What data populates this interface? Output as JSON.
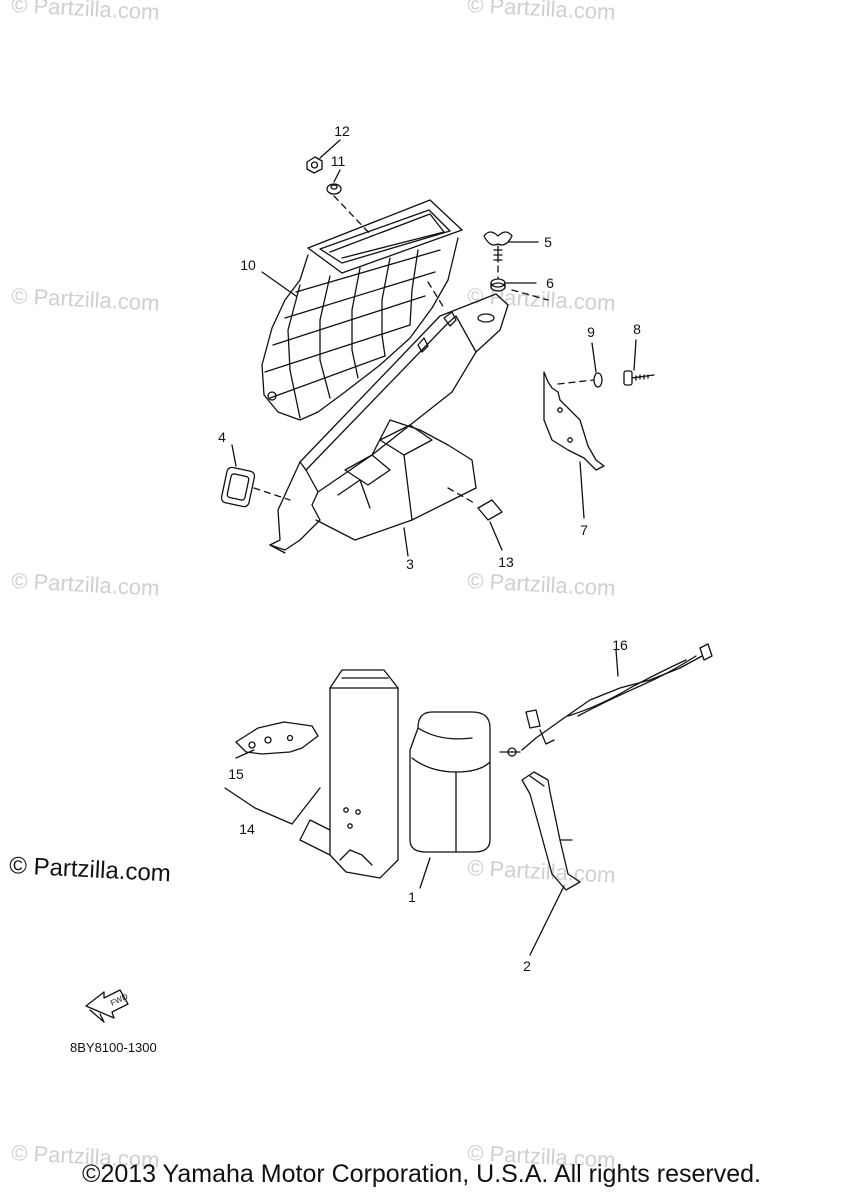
{
  "watermark": "© Partzilla.com",
  "callouts": {
    "c1": "1",
    "c2": "2",
    "c3": "3",
    "c4": "4",
    "c5": "5",
    "c6": "6",
    "c7": "7",
    "c8": "8",
    "c9": "9",
    "c10": "10",
    "c11": "11",
    "c12": "12",
    "c13": "13",
    "c14": "14",
    "c15": "15",
    "c16": "16"
  },
  "fwd_label": "FWD",
  "drawing_code": "8BY8100-1300",
  "copyright": "©2013 Yamaha Motor Corporation, U.S.A. All rights reserved.",
  "colors": {
    "line": "#111111",
    "watermark": "#cfcfcf",
    "background": "#ffffff"
  }
}
